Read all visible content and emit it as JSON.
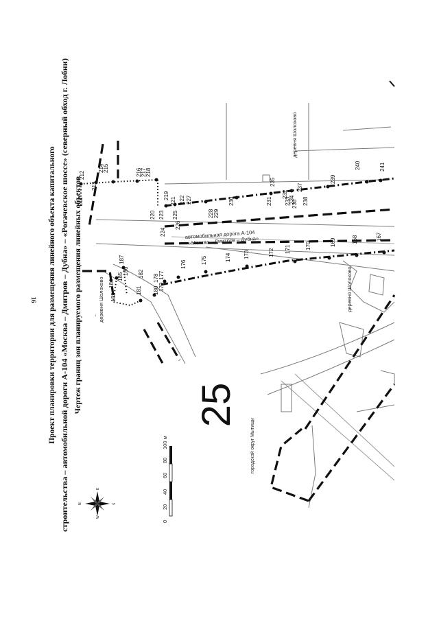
{
  "page_number": "16",
  "title_lines": [
    "Проект планировки территории для размещения линейного объекта капитального",
    "строительства – автомобильной дороги А-104 «Москва – Дмитров – Дубна» – «Рогачевское шоссе» (северный обход г. Лобни)",
    "Чертеж границ зон планируемого размещения линейных объектов"
  ],
  "sheet_number": "25",
  "scale_bar": {
    "ticks": [
      "0",
      "20",
      "40",
      "60",
      "80",
      "100 м"
    ]
  },
  "compass_labels": {
    "north": "N",
    "south": "S",
    "east": "E",
    "west": "W"
  },
  "road_label": [
    "автомобильная дорога А-104",
    "«Москва – Дмитров – Дубна»"
  ],
  "village_labels": [
    {
      "id": "sholokhovo-upper-right",
      "text": "деревня Шолохово"
    },
    {
      "id": "sholokhovo-lower",
      "text": "деревня Шолохово"
    },
    {
      "id": "sholokhovo-left",
      "text": "деревня Шолохово"
    }
  ],
  "district_label": "городской округ Мытищи",
  "point_labels": [
    "211",
    "212",
    "213",
    "214",
    "215",
    "216",
    "217",
    "218",
    "219",
    "220",
    "221",
    "222",
    "223",
    "224",
    "225",
    "226",
    "227",
    "228",
    "229",
    "230",
    "231",
    "232",
    "233",
    "234",
    "235",
    "236",
    "237",
    "238",
    "239",
    "240",
    "241",
    "167",
    "168",
    "169",
    "170",
    "171",
    "172",
    "173",
    "174",
    "175",
    "176",
    "177",
    "178",
    "179",
    "180",
    "181",
    "182",
    "183",
    "184",
    "185",
    "186",
    "187"
  ],
  "colors": {
    "ink": "#111111",
    "line": "#555555",
    "light_line": "#888888"
  }
}
